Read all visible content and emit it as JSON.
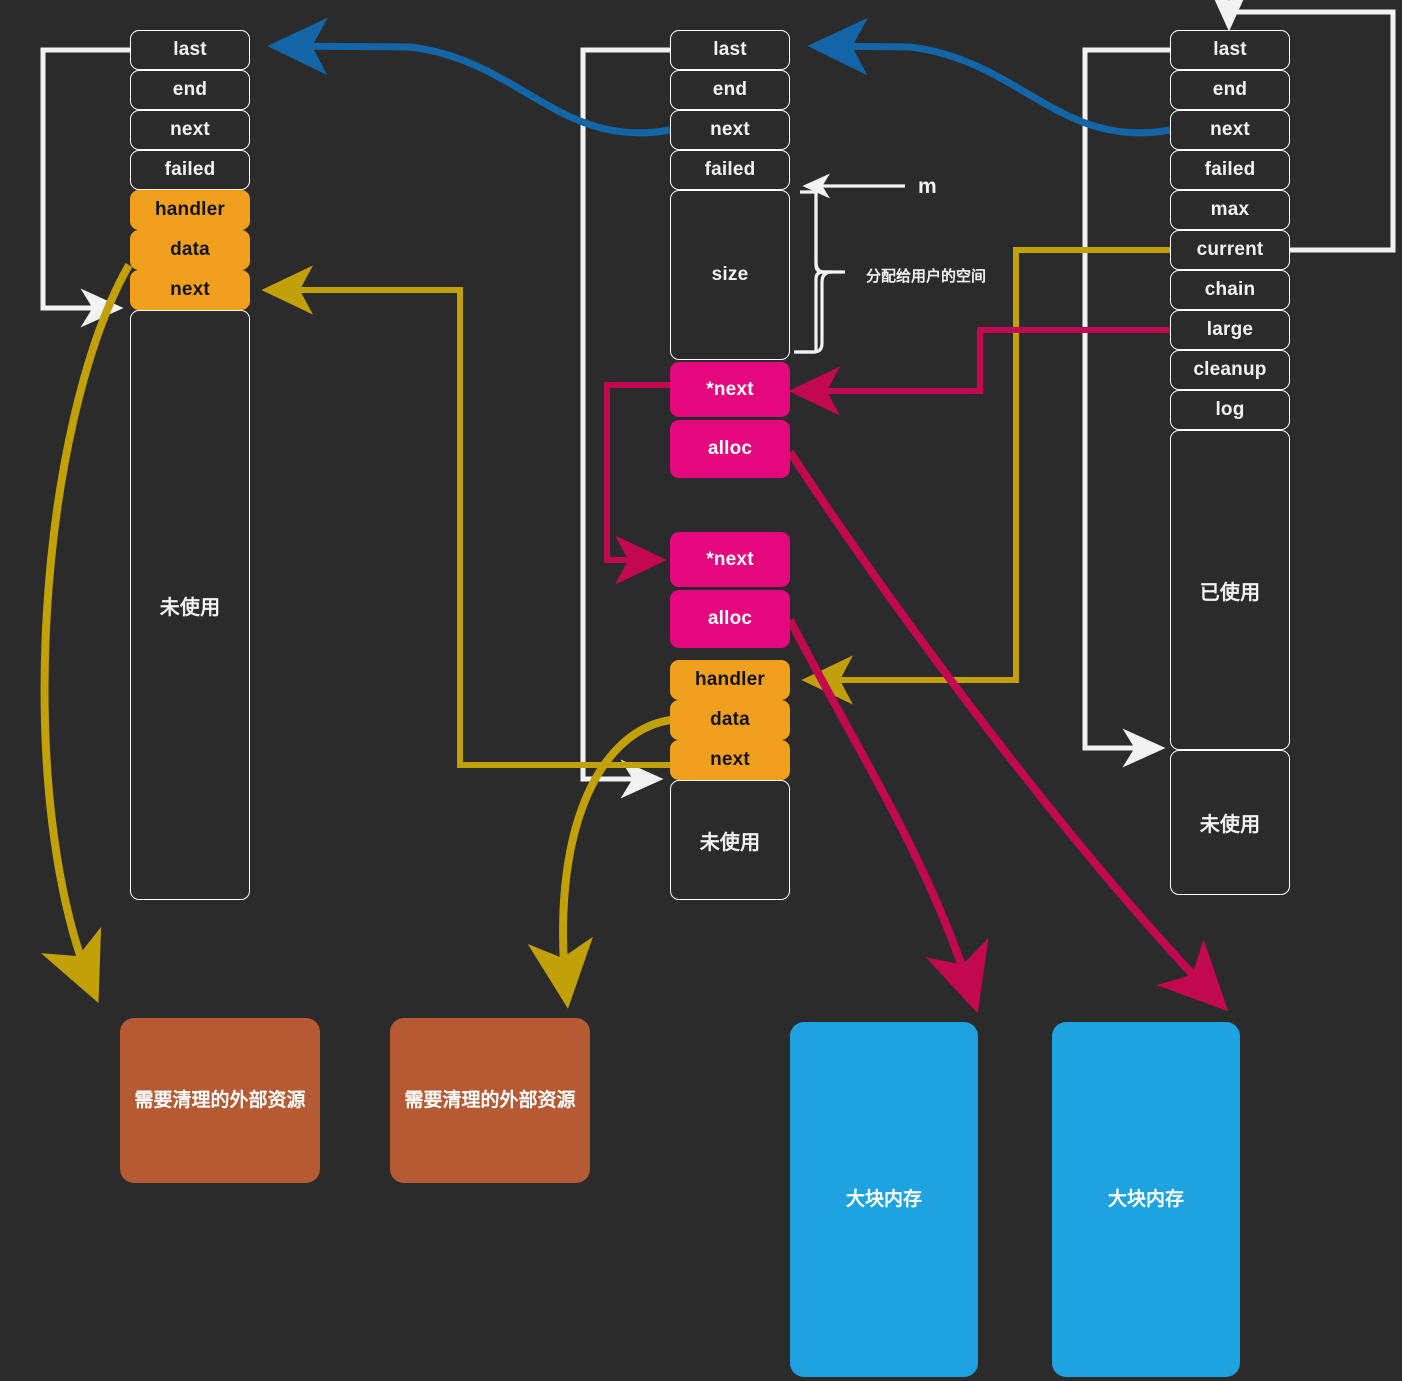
{
  "diagram": {
    "title": "nginx memory pool structure",
    "colors": {
      "background": "#2b2b2b",
      "outline": "#f2f2f2",
      "orange": "#f0a01e",
      "pink": "#e4077e",
      "brown": "#b55a33",
      "blue_box": "#1ea2e0",
      "wire_white": "#f2f2f2",
      "wire_blue": "#1266a8",
      "wire_yellow": "#c2a007",
      "wire_crimson": "#c2084e"
    },
    "columns": [
      {
        "name": "left-pool-block",
        "cells": [
          {
            "label": "last",
            "style": "plain"
          },
          {
            "label": "end",
            "style": "plain"
          },
          {
            "label": "next",
            "style": "plain"
          },
          {
            "label": "failed",
            "style": "plain"
          },
          {
            "label": "handler",
            "style": "orange"
          },
          {
            "label": "data",
            "style": "orange"
          },
          {
            "label": "next",
            "style": "orange"
          },
          {
            "label": "未使用",
            "style": "plain"
          }
        ]
      },
      {
        "name": "middle-pool-block",
        "cells": [
          {
            "label": "last",
            "style": "plain"
          },
          {
            "label": "end",
            "style": "plain"
          },
          {
            "label": "next",
            "style": "plain"
          },
          {
            "label": "failed",
            "style": "plain"
          },
          {
            "label": "size",
            "style": "plain"
          },
          {
            "label": "*next",
            "style": "pink"
          },
          {
            "label": "alloc",
            "style": "pink"
          },
          {
            "label": "*next",
            "style": "pink"
          },
          {
            "label": "alloc",
            "style": "pink"
          },
          {
            "label": "handler",
            "style": "orange"
          },
          {
            "label": "data",
            "style": "orange"
          },
          {
            "label": "next",
            "style": "orange"
          },
          {
            "label": "未使用",
            "style": "plain"
          }
        ]
      },
      {
        "name": "right-pool-head",
        "cells": [
          {
            "label": "last",
            "style": "plain"
          },
          {
            "label": "end",
            "style": "plain"
          },
          {
            "label": "next",
            "style": "plain"
          },
          {
            "label": "failed",
            "style": "plain"
          },
          {
            "label": "max",
            "style": "plain"
          },
          {
            "label": "current",
            "style": "plain"
          },
          {
            "label": "chain",
            "style": "plain"
          },
          {
            "label": "large",
            "style": "plain"
          },
          {
            "label": "cleanup",
            "style": "plain"
          },
          {
            "label": "log",
            "style": "plain"
          },
          {
            "label": "已使用",
            "style": "plain"
          },
          {
            "label": "未使用",
            "style": "plain"
          }
        ]
      }
    ],
    "annotations": {
      "pointer_m": "m",
      "allocated_space": "分配给用户的空间"
    },
    "leaf_boxes": [
      {
        "name": "cleanup-resource-1",
        "label": "需要清理的外部资源",
        "kind": "brown"
      },
      {
        "name": "cleanup-resource-2",
        "label": "需要清理的外部资源",
        "kind": "brown"
      },
      {
        "name": "large-memory-1",
        "label": "大块内存",
        "kind": "blue"
      },
      {
        "name": "large-memory-2",
        "label": "大块内存",
        "kind": "blue"
      }
    ]
  }
}
